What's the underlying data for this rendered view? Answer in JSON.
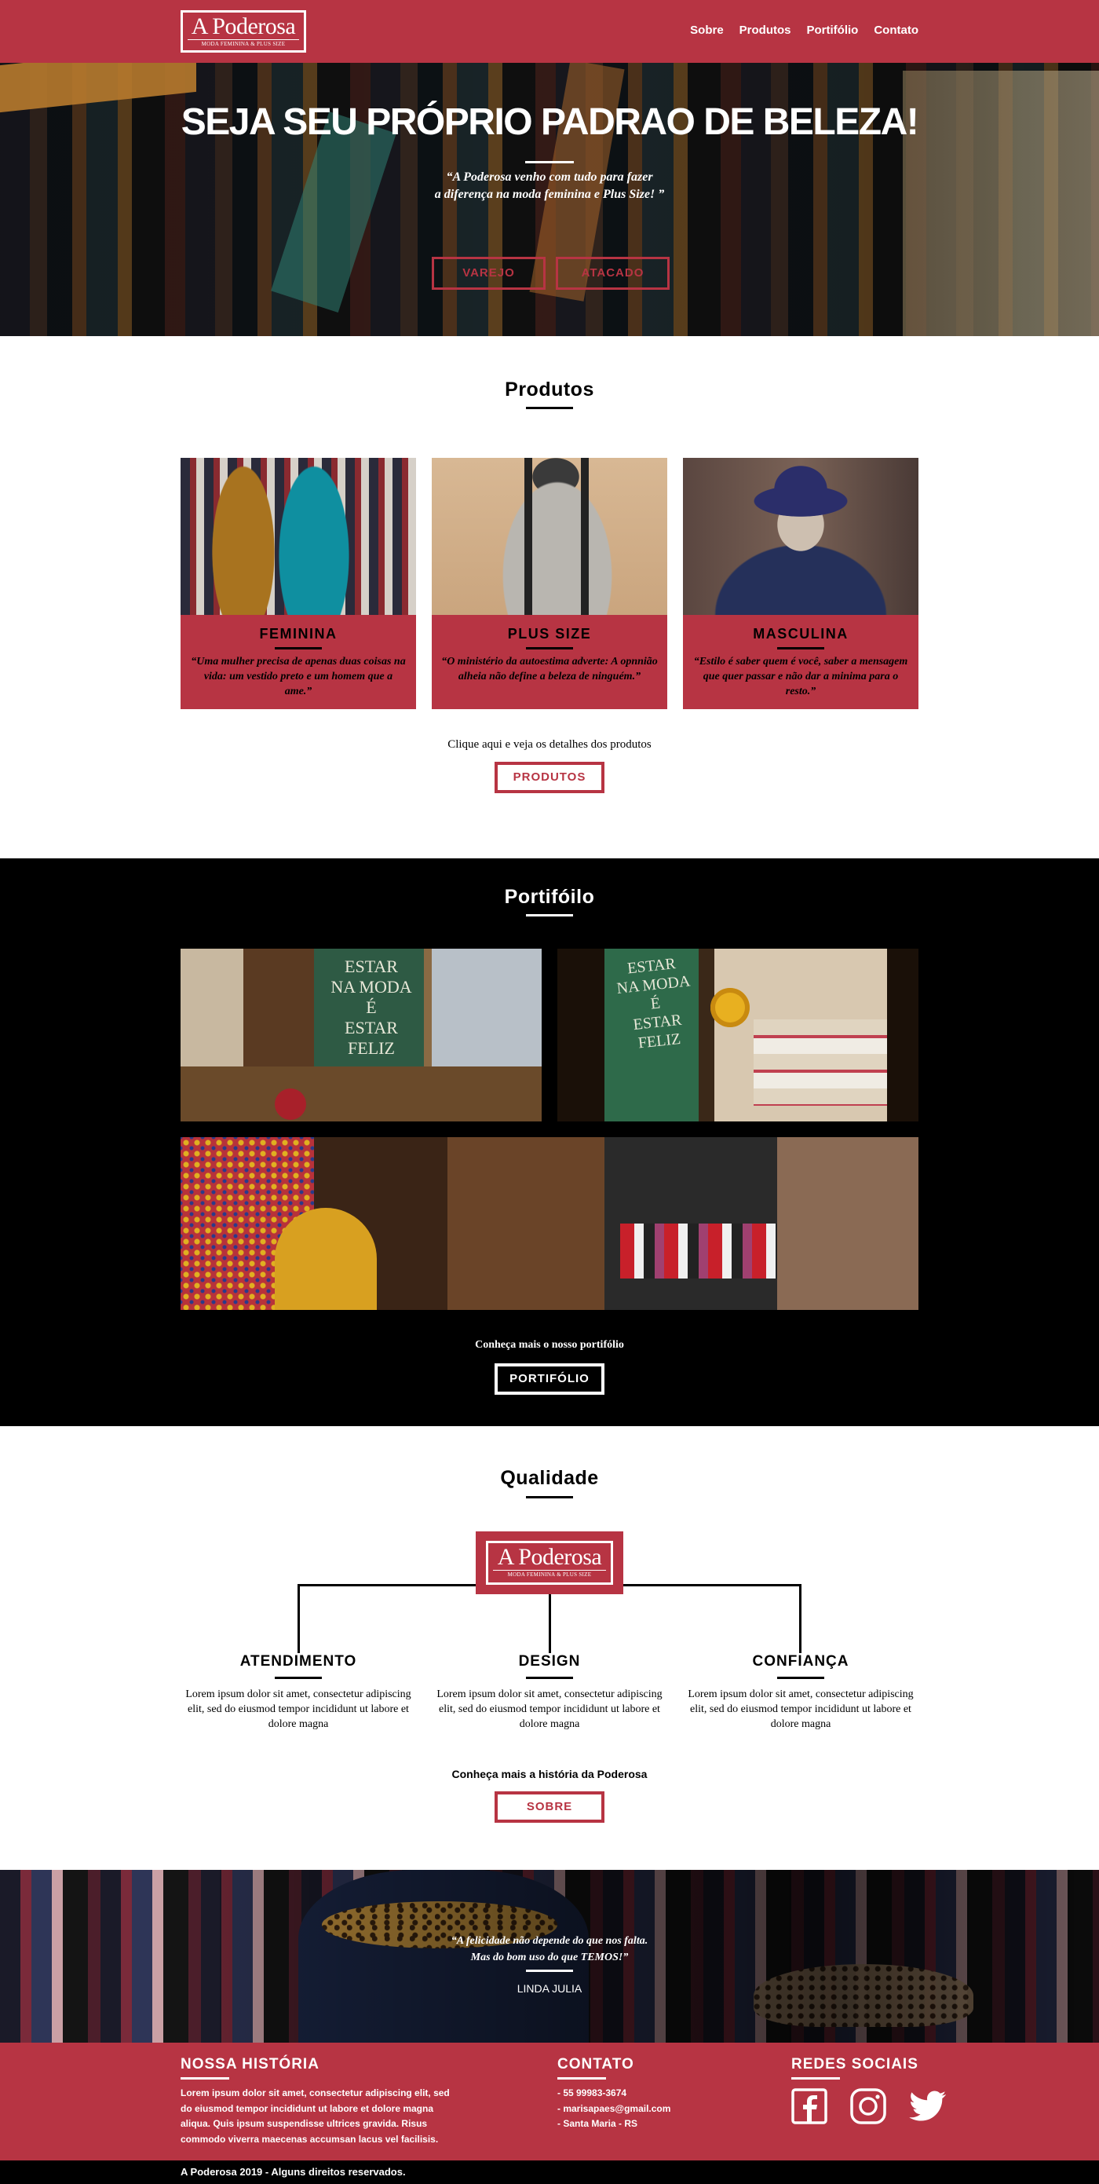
{
  "header": {
    "logo_title": "A Poderosa",
    "logo_subtitle": "MODA FEMININA & PLUS SIZE",
    "nav": [
      "Sobre",
      "Produtos",
      "Portifólio",
      "Contato"
    ]
  },
  "hero": {
    "headline": "SEJA SEU PRÓPRIO PADRAO DE BELEZA!",
    "quote_line1": "“A Poderosa venho com tudo para fazer",
    "quote_line2": "a diferença na moda feminina e Plus Size! ”",
    "button_retail": "VAREJO",
    "button_wholesale": "ATACADO"
  },
  "products": {
    "title": "Produtos",
    "cards": [
      {
        "title": "FEMININA",
        "text": "“Uma mulher precisa de apenas duas coisas na vida: um vestido preto e um homem que a ame.”"
      },
      {
        "title": "PLUS SIZE",
        "text": "“O ministério da autoestima adverte: A opnnião alheia não define a beleza de ninguém.”"
      },
      {
        "title": "MASCULINA",
        "text": "“Estilo é saber quem é você, saber a mensagem que quer passar e não dar a minima para o resto.”"
      }
    ],
    "cta_text": "Clique aqui e veja os detalhes dos produtos",
    "cta_button": "PRODUTOS"
  },
  "portfolio": {
    "title": "Portifóilo",
    "chalkboard_text": [
      "ESTAR",
      "NA MODA",
      "É",
      "ESTAR",
      "FELIZ"
    ],
    "cta_text": "Conheça mais o nosso portifólio",
    "cta_button": "PORTIFÓLIO"
  },
  "quality": {
    "title": "Qualidade",
    "columns": [
      {
        "title": "ATENDIMENTO",
        "text": "Lorem ipsum dolor sit amet, consectetur adipiscing elit, sed do eiusmod tempor incididunt ut labore et dolore magna"
      },
      {
        "title": "DESIGN",
        "text": "Lorem ipsum dolor sit amet, consectetur adipiscing elit, sed do eiusmod tempor incididunt ut labore et dolore magna"
      },
      {
        "title": "CONFIANÇA",
        "text": "Lorem ipsum dolor sit amet, consectetur adipiscing elit, sed do eiusmod tempor incididunt ut labore et dolore magna"
      }
    ],
    "cta_text": "Conheça mais a história da Poderosa",
    "cta_button": "SOBRE"
  },
  "testimonial": {
    "quote_line1": "“A felicidade não depende do que nos falta.",
    "quote_line2": "Mas do bom uso do que TEMOS!”",
    "author": "LINDA JULIA"
  },
  "footer": {
    "history_title": "NOSSA HISTÓRIA",
    "history_lines": [
      "Lorem ipsum dolor sit amet, consectetur adipiscing elit, sed",
      "do eiusmod tempor incididunt ut labore et dolore magna",
      "aliqua. Quis ipsum suspendisse ultrices gravida. Risus",
      "commodo viverra maecenas accumsan lacus vel facilisis."
    ],
    "contact_title": "CONTATO",
    "contact_lines": [
      "- 55 99983-3674",
      "- marisapaes@gmail.com",
      "- Santa Maria - RS"
    ],
    "social_title": "REDES SOCIAIS",
    "social_icons": [
      "facebook-icon",
      "instagram-icon",
      "twitter-icon"
    ],
    "copyright": "A Poderosa 2019 - Alguns direitos reservados."
  },
  "colors": {
    "brand": "#b73443",
    "dark": "#000000",
    "light": "#ffffff"
  }
}
